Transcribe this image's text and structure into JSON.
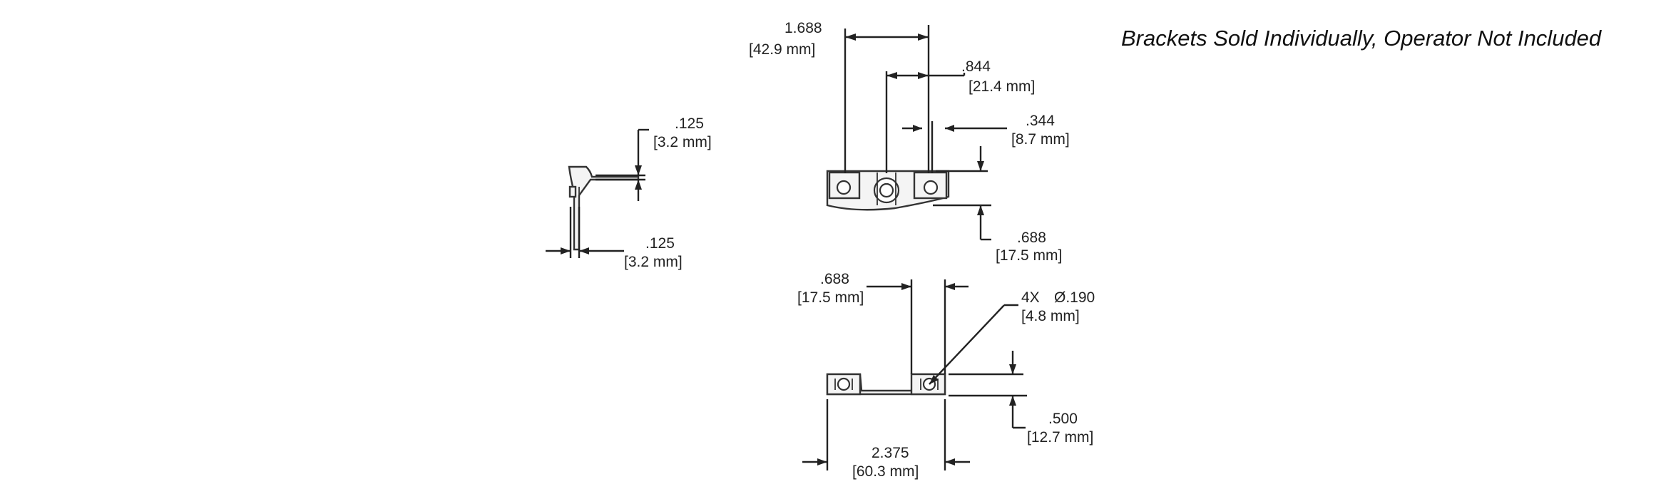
{
  "note": "Brackets Sold Individually, Operator Not Included",
  "dimensions": {
    "top_width": {
      "in": "1.688",
      "mm": "[42.9 mm]"
    },
    "top_half": {
      "in": ".844",
      "mm": "[21.4 mm]"
    },
    "top_ear": {
      "in": ".344",
      "mm": "[8.7 mm]"
    },
    "top_depth": {
      "in": ".688",
      "mm": "[17.5 mm]"
    },
    "side_thickness": {
      "in": ".125",
      "mm": "[3.2 mm]"
    },
    "side_offset": {
      "in": ".125",
      "mm": "[3.2 mm]"
    },
    "bottom_ear": {
      "in": ".688",
      "mm": "[17.5 mm]"
    },
    "holes": {
      "qty": "4X",
      "dia": "Ø.190",
      "mm": "[4.8 mm]"
    },
    "bottom_height": {
      "in": ".500",
      "mm": "[12.7 mm]"
    },
    "bottom_width": {
      "in": "2.375",
      "mm": "[60.3 mm]"
    }
  },
  "colors": {
    "line": "#222222",
    "part_fill": "#f4f4f4",
    "background": "#ffffff"
  }
}
